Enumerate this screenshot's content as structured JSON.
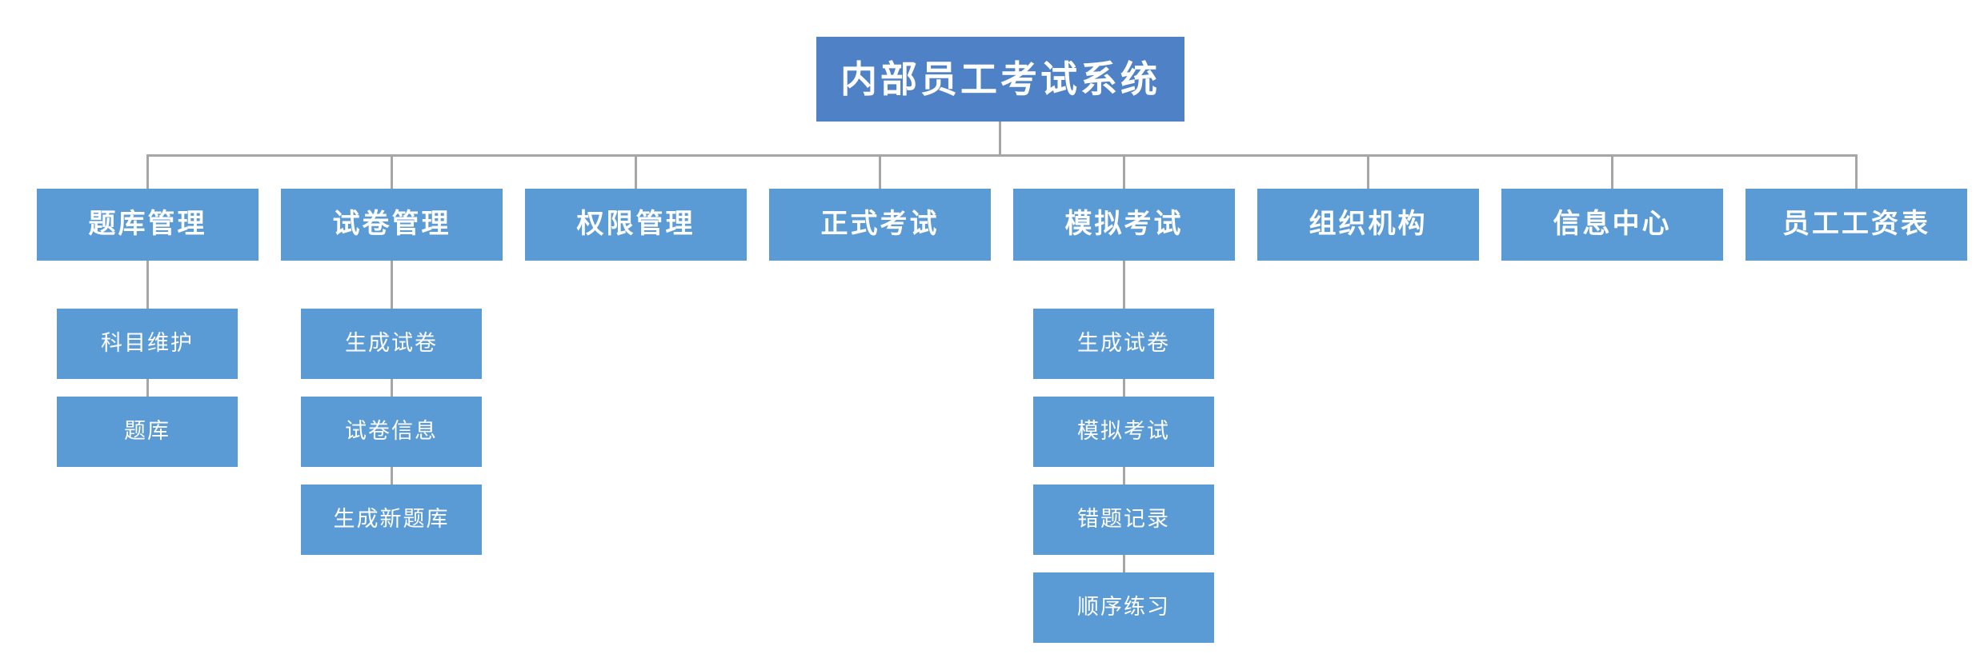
{
  "diagram": {
    "type": "organization-chart",
    "title": "内部员工考试系统",
    "colors": {
      "root_fill": "#4F81C7",
      "node_fill": "#5B9BD5",
      "connector": "#A6A6A6",
      "text": "#FFFFFF",
      "background": "#FFFFFF"
    },
    "root": {
      "label": "内部员工考试系统"
    },
    "branches": [
      {
        "label": "题库管理",
        "children": [
          {
            "label": "科目维护"
          },
          {
            "label": "题库"
          }
        ]
      },
      {
        "label": "试卷管理",
        "children": [
          {
            "label": "生成试卷"
          },
          {
            "label": "试卷信息"
          },
          {
            "label": "生成新题库"
          }
        ]
      },
      {
        "label": "权限管理",
        "children": []
      },
      {
        "label": "正式考试",
        "children": []
      },
      {
        "label": "模拟考试",
        "children": [
          {
            "label": "生成试卷"
          },
          {
            "label": "模拟考试"
          },
          {
            "label": "错题记录"
          },
          {
            "label": "顺序练习"
          }
        ]
      },
      {
        "label": "组织机构",
        "children": []
      },
      {
        "label": "信息中心",
        "children": []
      },
      {
        "label": "员工工资表",
        "children": []
      }
    ]
  }
}
